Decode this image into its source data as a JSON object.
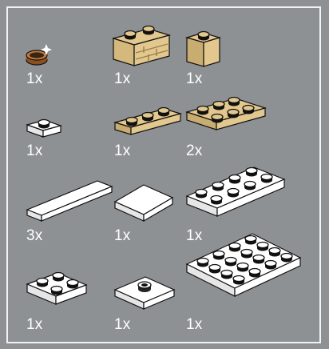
{
  "colors": {
    "background": "#8e9194",
    "frame": "#f2f2f2",
    "tan": "#e2c78e",
    "tan_shade": "#c7aa6c",
    "white_part": "#ffffff",
    "white_shade": "#e6e6e6",
    "outline": "#111111",
    "copper": "#c27a3e"
  },
  "parts": [
    {
      "id": "round-tile-1x1-copper",
      "icon": "copper-round-tile-icon",
      "quantity": "1x"
    },
    {
      "id": "brick-1x2-masonry-tan",
      "icon": "tan-masonry-brick-icon",
      "quantity": "1x"
    },
    {
      "id": "brick-1x1-tan",
      "icon": "tan-brick-1x1-icon",
      "quantity": "1x"
    },
    {
      "id": "plate-1x1-white",
      "icon": "white-plate-1x1-icon",
      "quantity": "1x"
    },
    {
      "id": "plate-1x3-tan",
      "icon": "tan-plate-1x3-icon",
      "quantity": "1x"
    },
    {
      "id": "plate-2x3-tan",
      "icon": "tan-plate-2x3-icon",
      "quantity": "2x"
    },
    {
      "id": "tile-1x4-white",
      "icon": "white-tile-1x4-icon",
      "quantity": "3x"
    },
    {
      "id": "tile-2x2-white",
      "icon": "white-tile-2x2-icon",
      "quantity": "1x"
    },
    {
      "id": "plate-2x4-white",
      "icon": "white-plate-2x4-icon",
      "quantity": "1x"
    },
    {
      "id": "plate-2x2-white",
      "icon": "white-plate-2x2-icon",
      "quantity": "1x"
    },
    {
      "id": "jumper-2x2-white",
      "icon": "white-jumper-2x2-icon",
      "quantity": "1x"
    },
    {
      "id": "plate-4x4-white",
      "icon": "white-plate-4x4-icon",
      "quantity": "1x"
    }
  ]
}
